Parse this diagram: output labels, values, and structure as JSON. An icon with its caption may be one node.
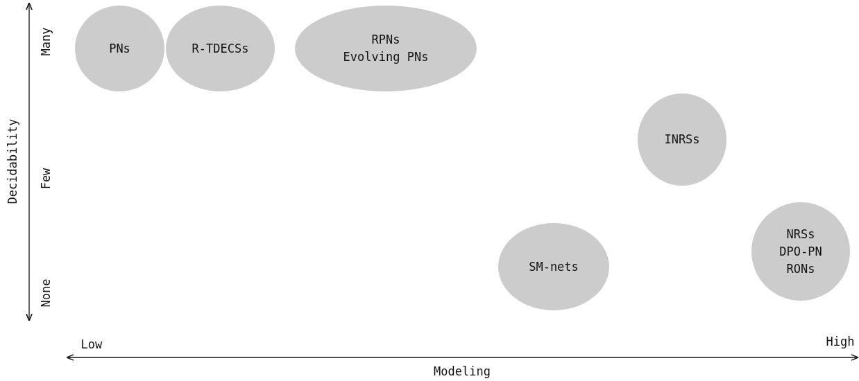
{
  "diagram": {
    "nodes": [
      {
        "text": [
          "PNs"
        ]
      },
      {
        "text": [
          "R-TDECSs"
        ]
      },
      {
        "text": [
          "RPNs",
          "Evolving PNs"
        ]
      },
      {
        "text": [
          "INRSs"
        ]
      },
      {
        "text": [
          "NRSs",
          "DPO-PN",
          "RONs"
        ]
      },
      {
        "text": [
          "SM-nets"
        ]
      }
    ],
    "edges": [],
    "labels": [
      "Many",
      "Few",
      "None",
      "Decidability",
      "Low",
      "High",
      "Modeling"
    ]
  }
}
